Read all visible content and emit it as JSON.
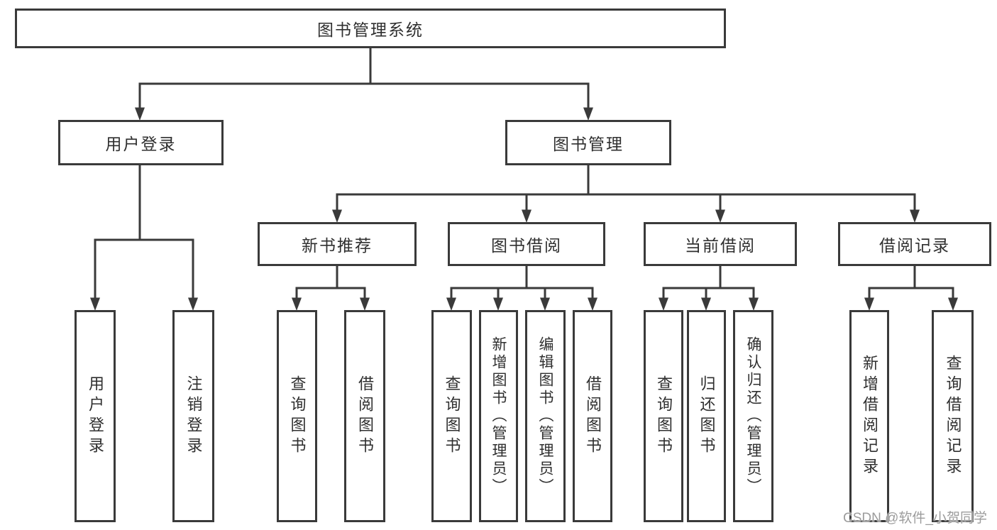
{
  "diagram": {
    "title": "图书管理系统",
    "nodes": {
      "root": "图书管理系统",
      "login": "用户登录",
      "manage": "图书管理",
      "l3": [
        "新书推荐",
        "图书借阅",
        "当前借阅",
        "借阅记录"
      ],
      "loginLeaves": [
        "用户登录",
        "注销登录"
      ],
      "recommendLeaves": [
        "查询图书",
        "借阅图书"
      ],
      "borrowLeaves": [
        "查询图书",
        "新增图书（管理员）",
        "编辑图书（管理员）",
        "借阅图书"
      ],
      "currentLeaves": [
        "查询图书",
        "归还图书",
        "确认归还（管理员）"
      ],
      "recordLeaves": [
        "新增借阅记录",
        "查询借阅记录"
      ]
    },
    "watermark": "CSDN @软件_小贺同学",
    "colors": {
      "line": "#3a3a3a",
      "text": "#2f2f2f",
      "watermark": "#9c9c9c",
      "background": "#ffffff"
    }
  }
}
